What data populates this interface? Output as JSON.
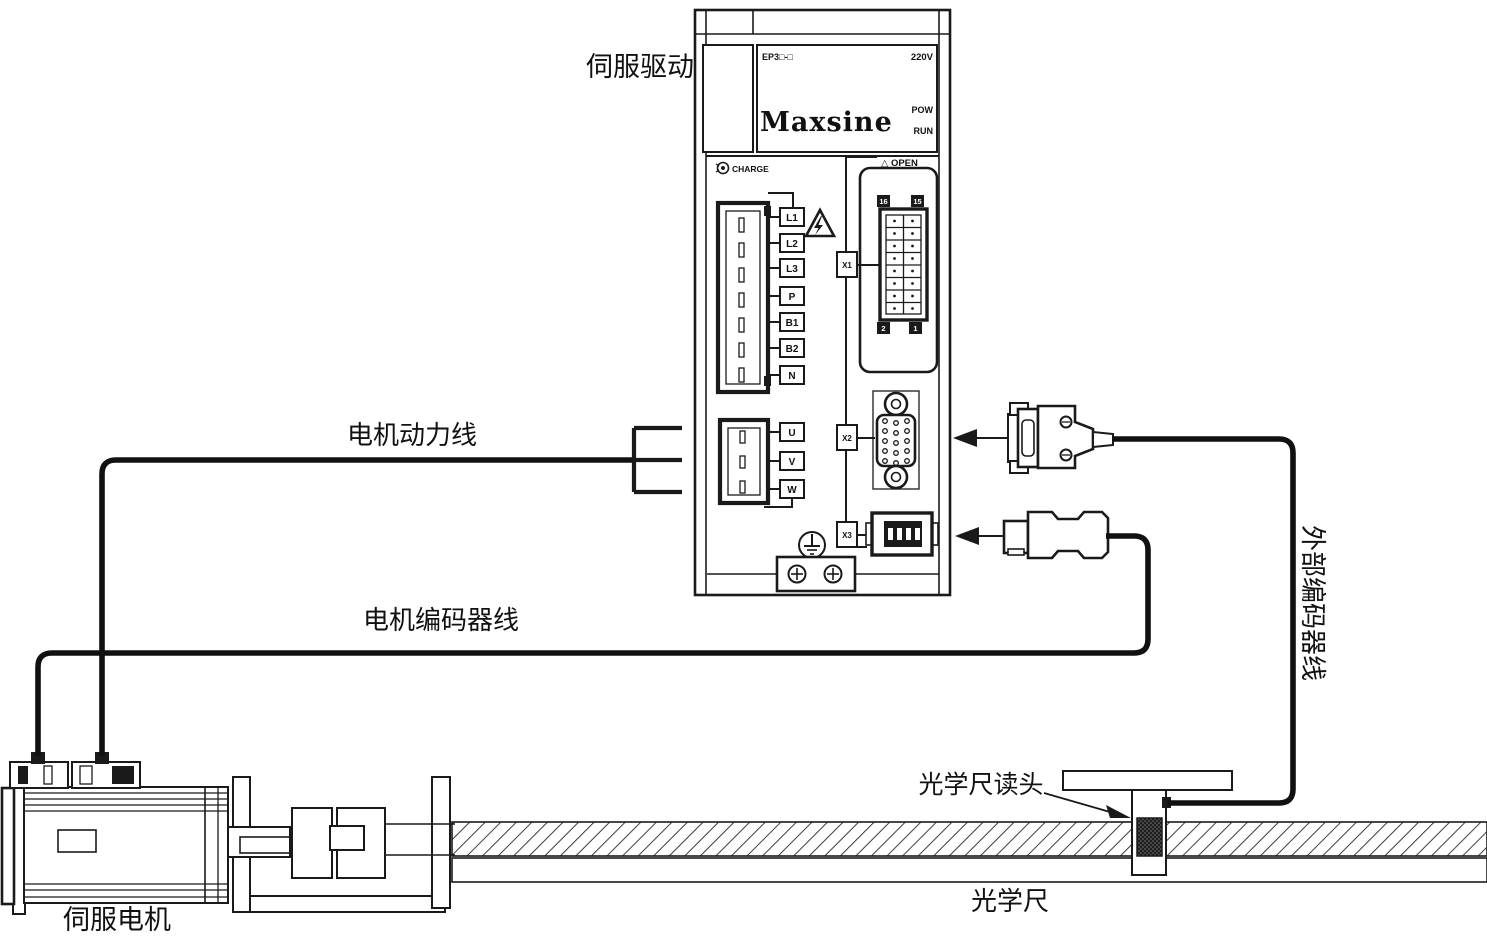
{
  "colors": {
    "ink": "#1a1a1a",
    "background": "#ffffff"
  },
  "drive": {
    "label": "伺服驱动",
    "model": "EP3□-□",
    "voltage": "220V",
    "brand": "Maxsine",
    "leds": {
      "pow": "POW",
      "run": "RUN",
      "charge": "CHARGE"
    },
    "open_label": "△ OPEN",
    "power_terminals": [
      "L1",
      "L2",
      "L3",
      "P",
      "B1",
      "B2",
      "N"
    ],
    "motor_terminals": [
      "U",
      "V",
      "W"
    ],
    "connector_tags": [
      "X1",
      "X2",
      "X3"
    ],
    "x1_pins": {
      "top_left": "16",
      "top_right": "15",
      "bottom_left": "2",
      "bottom_right": "1"
    },
    "icons": {
      "charge_led": "led-circle",
      "warning": "lightning-triangle",
      "ground": "earth-ground-circle",
      "screws": "phillips-screw"
    }
  },
  "cables": {
    "motor_power": "电机动力线",
    "motor_encoder": "电机编码器线",
    "external_encoder": "外部编码器线"
  },
  "motor": {
    "label": "伺服电机"
  },
  "optical_scale": {
    "readhead": "光学尺读头",
    "scale": "光学尺"
  }
}
